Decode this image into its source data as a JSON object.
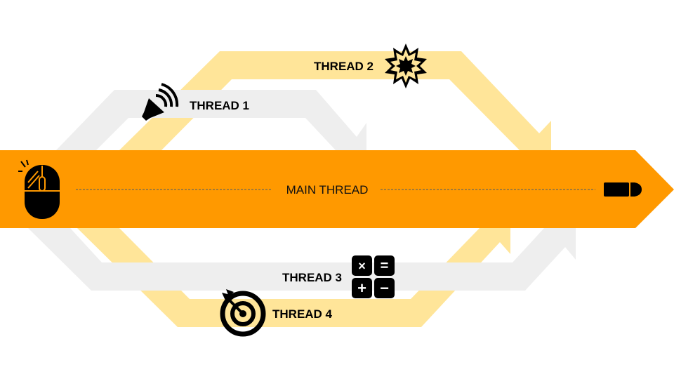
{
  "diagram": {
    "main_thread": {
      "label": "MAIN THREAD",
      "color": "#FF9900"
    },
    "threads": [
      {
        "label": "THREAD 1",
        "icon": "megaphone-icon",
        "color": "#EEEEEE"
      },
      {
        "label": "THREAD 2",
        "icon": "explosion-icon",
        "color": "#FFE599"
      },
      {
        "label": "THREAD 3",
        "icon": "calculator-icon",
        "color": "#EEEEEE"
      },
      {
        "label": "THREAD 4",
        "icon": "target-icon",
        "color": "#FFE599"
      }
    ],
    "start_icon": "mouse-click-icon",
    "end_icon": "bullet-icon",
    "calculator_symbols": [
      "×",
      "=",
      "+",
      "−"
    ]
  }
}
